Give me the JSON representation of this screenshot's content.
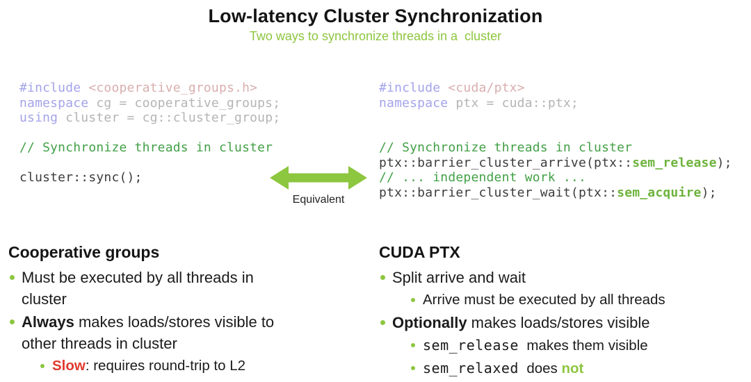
{
  "title": "Low-latency Cluster Synchronization",
  "subtitle": "Two ways to synchronize threads in a  cluster",
  "arrow": {
    "label": "Equivalent",
    "color": "#8dc63f"
  },
  "palette": {
    "nvidia_lime": "#8dc63f",
    "comment_green": "#43a047",
    "identifier_green": "#6db33c",
    "faded_keyword": "#a3a3ea",
    "faded_string": "#d9aeae",
    "faded_code": "#b4b4b4",
    "code_dark": "#3c3c3c",
    "alert_red": "#e03a2e",
    "text": "#1b1b1b"
  },
  "code": {
    "left": {
      "lines": [
        [
          {
            "t": "#include ",
            "c": "kw"
          },
          {
            "t": "<cooperative_groups.h>",
            "c": "str"
          }
        ],
        [
          {
            "t": "namespace ",
            "c": "kw"
          },
          {
            "t": "cg = cooperative_groups;",
            "c": "dim"
          }
        ],
        [
          {
            "t": "using ",
            "c": "kw"
          },
          {
            "t": "cluster = cg::cluster_group;",
            "c": "dim"
          }
        ],
        [],
        [
          {
            "t": "// Synchronize threads in cluster",
            "c": "comment"
          }
        ],
        [],
        [
          {
            "t": "cluster::sync();",
            "c": "code"
          }
        ]
      ]
    },
    "right": {
      "lines": [
        [
          {
            "t": "#include ",
            "c": "kw"
          },
          {
            "t": "<cuda/ptx>",
            "c": "str"
          }
        ],
        [
          {
            "t": "namespace ",
            "c": "kw"
          },
          {
            "t": "ptx = cuda::ptx;",
            "c": "dim"
          }
        ],
        [],
        [],
        [
          {
            "t": "// Synchronize threads in cluster",
            "c": "comment"
          }
        ],
        [
          {
            "t": "ptx::barrier_cluster_arrive(ptx::",
            "c": "code"
          },
          {
            "t": "sem_release",
            "c": "ident"
          },
          {
            "t": ");",
            "c": "code"
          }
        ],
        [
          {
            "t": "// ... independent work ...",
            "c": "comment"
          }
        ],
        [
          {
            "t": "ptx::barrier_cluster_wait(ptx::",
            "c": "code"
          },
          {
            "t": "sem_acquire",
            "c": "ident"
          },
          {
            "t": ");",
            "c": "code"
          }
        ]
      ]
    }
  },
  "sections": {
    "left": {
      "heading": "Cooperative groups",
      "items": [
        {
          "level": 1,
          "segments": [
            {
              "t": "Must be executed by all threads in\ncluster"
            }
          ]
        },
        {
          "level": 1,
          "segments": [
            {
              "t": "Always",
              "c": "b"
            },
            {
              "t": " makes loads/stores visible to\nother threads in cluster"
            }
          ]
        },
        {
          "level": 2,
          "segments": [
            {
              "t": "Slow",
              "c": "red"
            },
            {
              "t": ": requires round-trip to L2"
            }
          ]
        }
      ]
    },
    "right": {
      "heading": "CUDA PTX",
      "items": [
        {
          "level": 1,
          "segments": [
            {
              "t": "Split arrive and wait"
            }
          ]
        },
        {
          "level": 2,
          "segments": [
            {
              "t": "Arrive must be executed by all threads"
            }
          ]
        },
        {
          "level": 1,
          "segments": [
            {
              "t": "Optionally",
              "c": "b"
            },
            {
              "t": " makes loads/stores visible"
            }
          ]
        },
        {
          "level": 2,
          "segments": [
            {
              "t": "sem_release",
              "c": "mono"
            },
            {
              "t": "  makes them visible"
            }
          ]
        },
        {
          "level": 2,
          "segments": [
            {
              "t": "sem_relaxed",
              "c": "mono"
            },
            {
              "t": "  does "
            },
            {
              "t": "not",
              "c": "lime"
            }
          ]
        }
      ]
    }
  }
}
